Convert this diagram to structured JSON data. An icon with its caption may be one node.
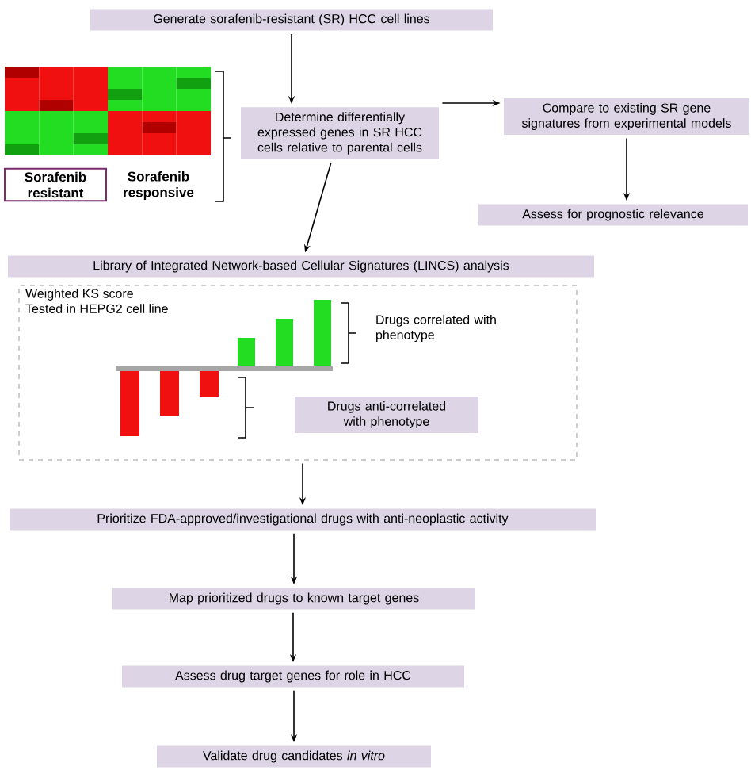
{
  "diagram": {
    "nodes": [
      {
        "text": [
          "Generate sorafenib-resistant (SR) HCC cell lines"
        ]
      },
      {
        "text": [
          "Determine differentially expressed genes in SR HCC cells relative to parental cells"
        ]
      },
      {
        "text": [
          "Compare to existing SR gene signatures from experimental models"
        ]
      },
      {
        "text": [
          "Assess for prognostic relevance"
        ]
      },
      {
        "text": [
          "Library of Integrated Network-based Cellular Signatures (LINCS) analysis"
        ]
      },
      {
        "text": [
          "Weighted KS score",
          "Tested in HEPG2 cell line"
        ]
      },
      {
        "text": [
          "Drugs correlated with phenotype"
        ],
        "in": 5
      },
      {
        "text": [
          "Drugs anti-correlated with phenotype"
        ],
        "in": 5
      },
      {
        "text": [
          "Prioritize FDA-approved/investigational drugs with anti-neoplastic activity"
        ]
      },
      {
        "text": [
          "Map prioritized drugs to known target genes"
        ]
      },
      {
        "text": [
          "Assess drug target genes for role in HCC"
        ]
      },
      {
        "text": [
          "Validate drug candidates *in vitro*"
        ]
      },
      {
        "text": [
          "Sorafenib resistant"
        ]
      }
    ],
    "edges": [
      {
        "from": 0,
        "to": 1,
        "arrow": "to"
      },
      {
        "from": 1,
        "to": 2,
        "arrow": "to"
      },
      {
        "from": 2,
        "to": 3,
        "arrow": "to"
      },
      {
        "from": 1,
        "to": 4,
        "arrow": "to"
      },
      {
        "from": 5,
        "to": 8,
        "arrow": "to"
      },
      {
        "from": 8,
        "to": 9,
        "arrow": "to"
      },
      {
        "from": 9,
        "to": 10,
        "arrow": "to"
      },
      {
        "from": 10,
        "to": 11,
        "arrow": "to"
      }
    ],
    "labels": [
      "Sorafenib responsive"
    ]
  }
}
